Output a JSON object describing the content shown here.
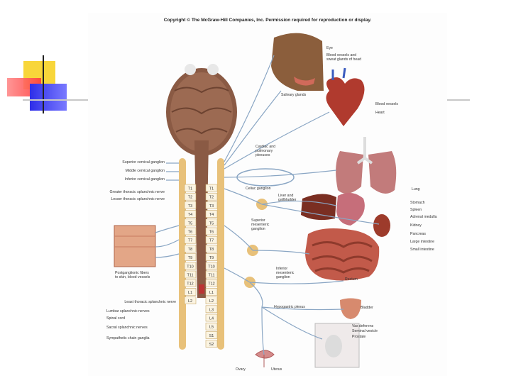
{
  "copyright": "Copyright © The McGraw-Hill Companies, Inc. Permission required for reproduction or display.",
  "left_labels": [
    "Superior cervical ganglion",
    "Middle cervical ganglion",
    "Inferior cervical ganglion",
    "Greater thoracic splanchnic nerve",
    "Lesser thoracic splanchnic nerve",
    "Postganglionic fibers\nto skin, blood vessels",
    "Least thoracic splanchnic nerve",
    "Lumbar splanchnic nerves",
    "Spinal cord",
    "Sacral splanchnic nerves",
    "Sympathetic chain ganglia"
  ],
  "right_labels": [
    "Eye",
    "Blood vessels and\nsweat glands of head",
    "Salivary glands",
    "Blood vessels",
    "Heart",
    "Lung",
    "Stomach",
    "Spleen",
    "Adrenal medulla",
    "Kidney",
    "Pancreas",
    "Large intestine",
    "Small intestine",
    "Rectum",
    "Bladder",
    "Vas deferens",
    "Seminal vesicle",
    "Prostate"
  ],
  "center_labels": {
    "cardiac_plexus": "Cardiac and\npulmonary\nplexuses",
    "celiac_ganglion": "Celiac ganglion",
    "liver_gallbladder": "Liver and\ngallbladder",
    "superior_mesenteric": "Superior\nmesenteric\nganglion",
    "inferior_mesenteric": "Inferior\nmesenteric\nganglion",
    "hypogastric_plexus": "Hypogastric plexus",
    "ovary": "Ovary",
    "uterus": "Uterus"
  },
  "vertebrae_left": [
    "T1",
    "T2",
    "T3",
    "T4",
    "T5",
    "T6",
    "T7",
    "T8",
    "T9",
    "T10",
    "T11",
    "T12",
    "L1",
    "L2"
  ],
  "vertebrae_right": [
    "T1",
    "T2",
    "T3",
    "T4",
    "T5",
    "T6",
    "T7",
    "T8",
    "T9",
    "T10",
    "T11",
    "T12",
    "L1",
    "L2",
    "L3",
    "L4",
    "L5",
    "S1",
    "S2"
  ],
  "colors": {
    "nerve": "#8aa6c4",
    "organ": "#a0523d",
    "ganglion": "#e8c17a",
    "brain": "#8a5a44"
  }
}
